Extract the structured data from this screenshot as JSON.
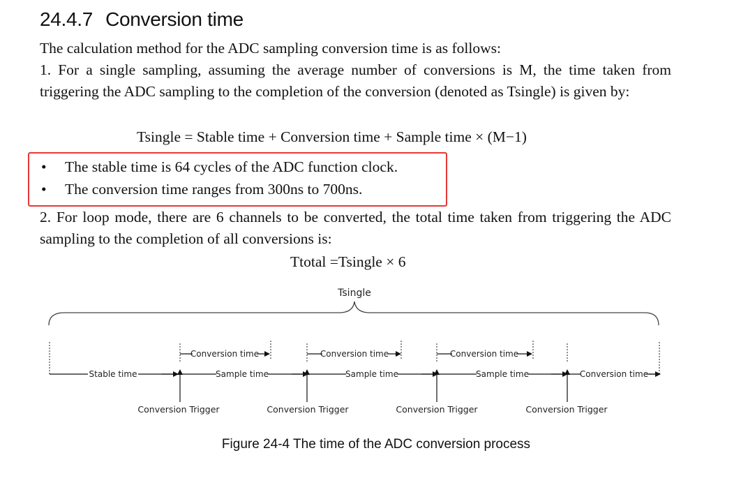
{
  "section": {
    "number": "24.4.7",
    "title": "Conversion time"
  },
  "paragraphs": {
    "intro": "The calculation method for the ADC sampling conversion time is as follows:",
    "item1": "1.  For a single sampling, assuming the average number of conversions is M, the time taken from triggering the ADC sampling to the completion of the conversion (denoted as Tsingle) is given by:",
    "formula1": "Tsingle = Stable time + Conversion time + Sample time × (M−1)",
    "bullets": [
      "The stable time is 64 cycles of the ADC function clock.",
      "The conversion time ranges from 300ns to 700ns."
    ],
    "item2": "2.  For loop mode, there are 6 channels to be converted, the total time taken from triggering the ADC sampling to the completion of all conversions is:",
    "formula2": "Ttotal =Tsingle × 6"
  },
  "figure": {
    "brace_label": "Tsingle",
    "stable_label": "Stable time",
    "conversion_label": "Conversion time",
    "sample_label": "Sample time",
    "trigger_label": "Conversion Trigger",
    "caption": "Figure 24-4 The time of the ADC conversion process"
  },
  "colors": {
    "highlight_border": "#e53935",
    "text": "#111111"
  }
}
